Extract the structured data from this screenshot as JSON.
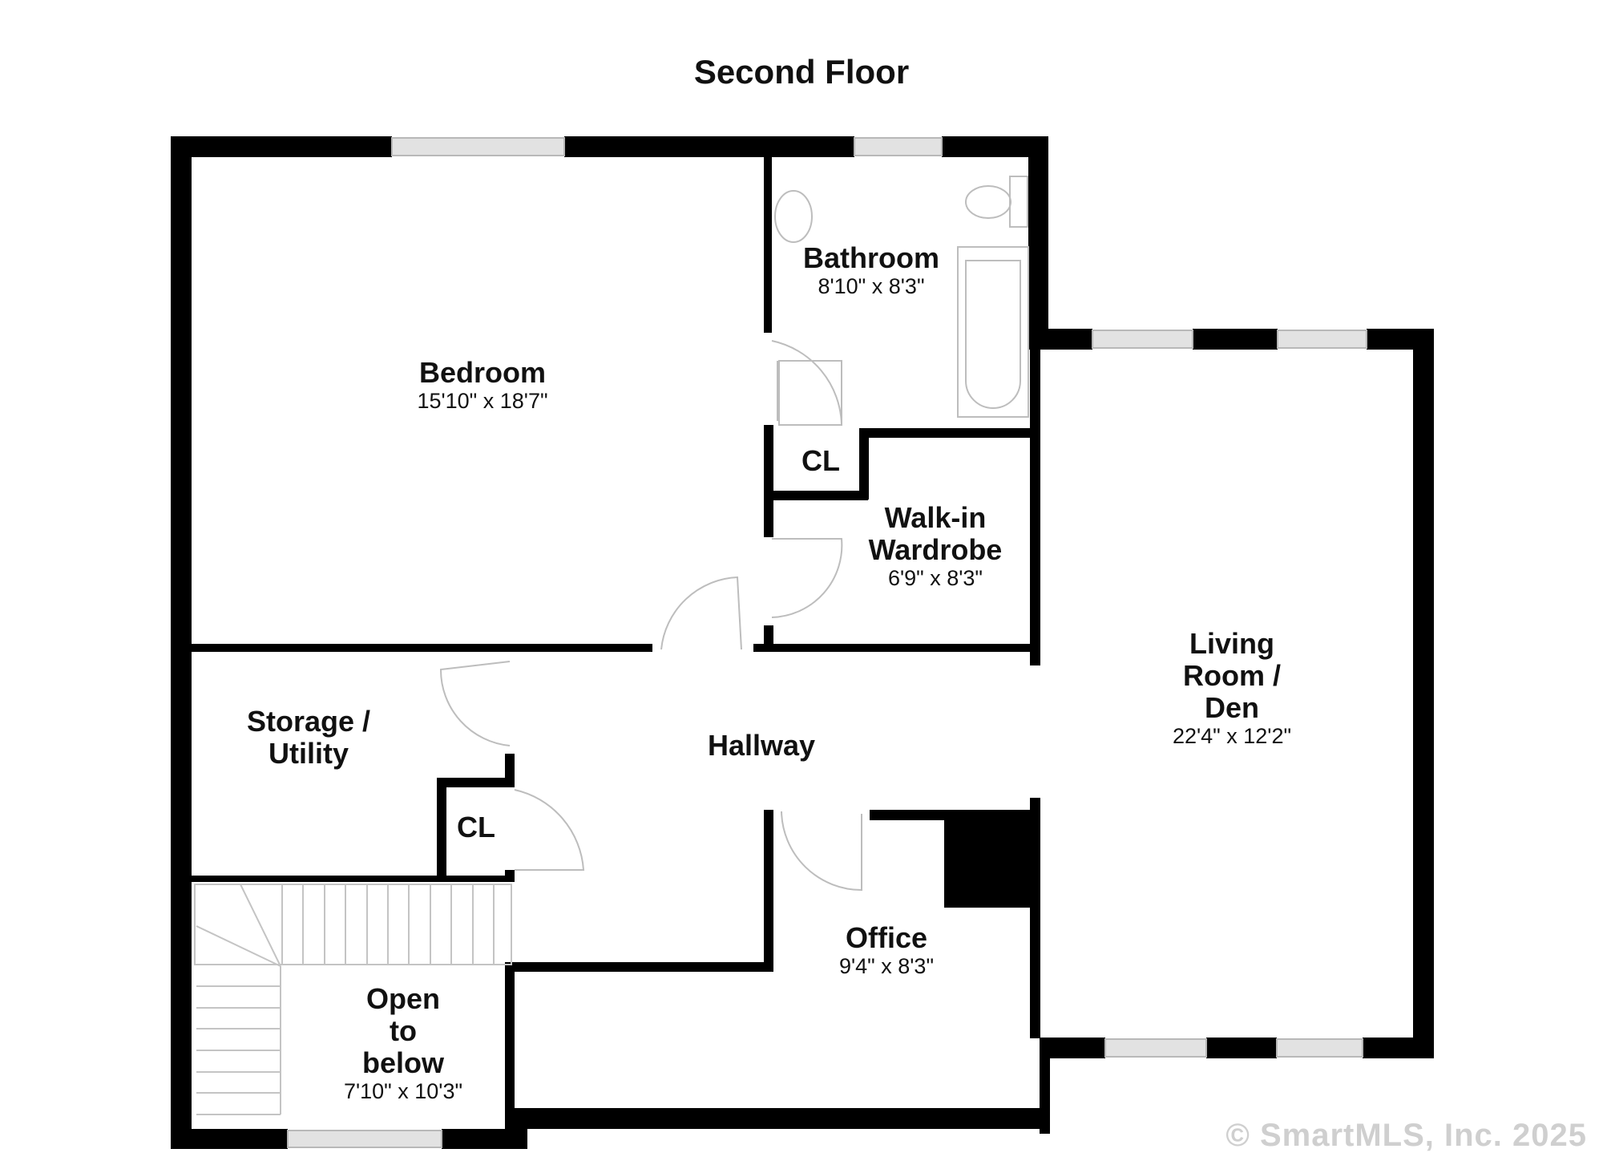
{
  "title": "Second Floor",
  "rooms": [
    {
      "name": "Bedroom",
      "dimensions": "15'10\" x 18'7\""
    },
    {
      "name": "Bathroom",
      "dimensions": "8'10\" x 8'3\""
    },
    {
      "name": "CL",
      "dimensions": ""
    },
    {
      "name": "Walk-in Wardrobe",
      "line1": "Walk-in",
      "line2": "Wardrobe",
      "dimensions": "6'9\" x 8'3\""
    },
    {
      "name": "Living Room / Den",
      "line1": "Living",
      "line2": "Room /",
      "line3": "Den",
      "dimensions": "22'4\" x 12'2\""
    },
    {
      "name": "Storage / Utility",
      "line1": "Storage /",
      "line2": "Utility",
      "dimensions": ""
    },
    {
      "name": "Hallway",
      "dimensions": ""
    },
    {
      "name": "CL",
      "dimensions": ""
    },
    {
      "name": "Office",
      "dimensions": "9'4\" x 8'3\""
    },
    {
      "name": "Open to below",
      "line1": "Open",
      "line2": "to",
      "line3": "below",
      "dimensions": "7'10\" x 10'3\""
    }
  ],
  "copyright": "© SmartMLS, Inc. 2025",
  "colors": {
    "wall": "#000000",
    "window": "#dcdcdc",
    "fixture": "#bdbdbd",
    "background": "#ffffff"
  }
}
